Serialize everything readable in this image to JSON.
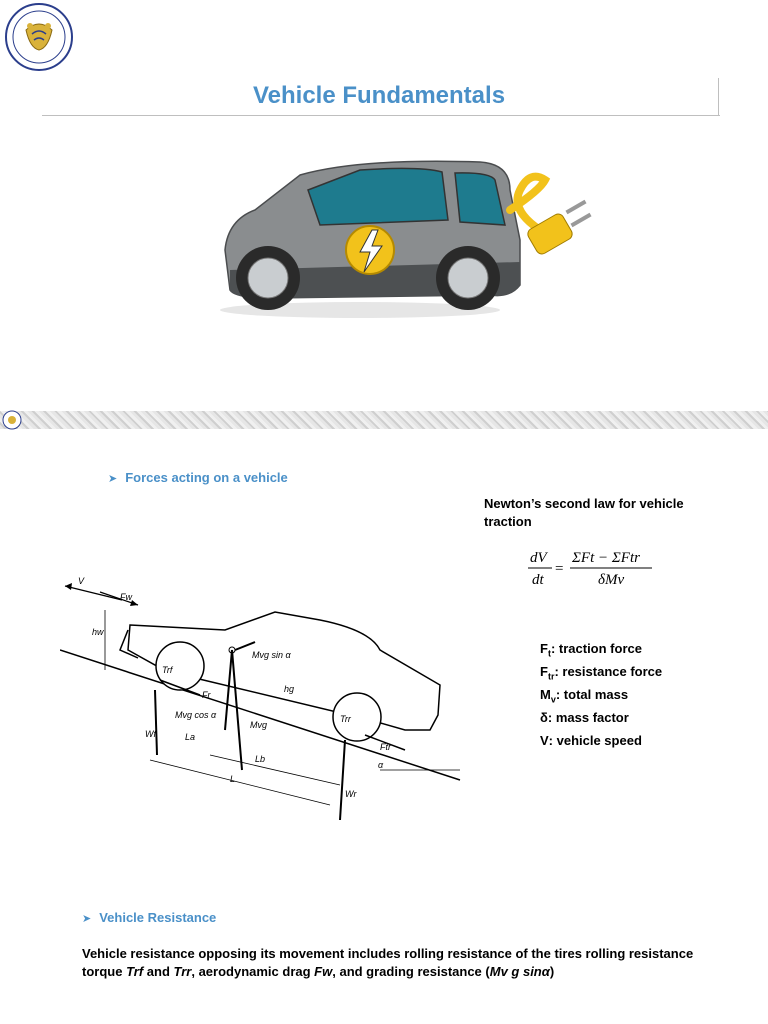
{
  "header": {
    "title": "Vehicle Fundamentals"
  },
  "section_forces": {
    "heading": "Forces acting on a vehicle",
    "newton_text": "Newton’s second law for vehicle traction",
    "formula": {
      "lhs_num": "dV",
      "lhs_den": "dt",
      "rhs_num": "ΣFt − ΣFtr",
      "rhs_den": "δMv"
    },
    "definitions": [
      {
        "symbol": "F",
        "sub": "t",
        "text": ": traction force"
      },
      {
        "symbol": "F",
        "sub": "tr",
        "text": ": resistance force"
      },
      {
        "symbol": "M",
        "sub": "v",
        "text": ": total mass"
      },
      {
        "symbol": "δ",
        "sub": "",
        "text": ": mass factor"
      },
      {
        "symbol": "V",
        "sub": "",
        "text": ": vehicle speed"
      }
    ],
    "diagram_labels": {
      "v": "V",
      "fw": "Fw",
      "hw": "hw",
      "mvg_sin": "Mvg sin α",
      "trf": "Trf",
      "fr": "Fr",
      "hg": "hg",
      "mvg_cos": "Mvg cos α",
      "mvg": "Mvg",
      "wf": "Wf",
      "la": "La",
      "lb": "Lb",
      "l": "L",
      "trr": "Trr",
      "ftr": "Ftr",
      "alpha": "α",
      "wr": "Wr"
    }
  },
  "section_resistance": {
    "heading": "Vehicle Resistance",
    "p1": "Vehicle resistance opposing its movement includes rolling resistance of the tires rolling resistance torque ",
    "trf": "Trf",
    "and": " and ",
    "trr": "Trr",
    "p2": ", aerodynamic drag ",
    "fw": "Fw",
    "p3": ", and grading resistance (",
    "grading": "Mv g sinα",
    "p4": ")"
  },
  "colors": {
    "heading": "#4a90c8",
    "rule": "#bfbfbf"
  },
  "icons": [
    "university-seal-logo",
    "electric-car-illustration",
    "bullet-arrow-icon"
  ]
}
